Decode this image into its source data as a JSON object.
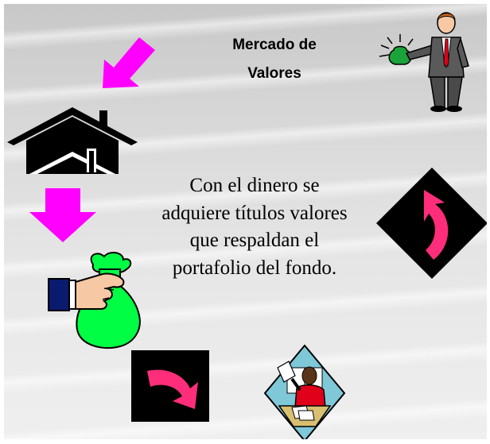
{
  "slide": {
    "title": "Mercado de Valores",
    "body": "Con el dinero se adquiere títulos valores que respaldan el portafolio del fondo."
  },
  "colors": {
    "arrow": "#ff00ff",
    "curved_arrow": "#ff2d7a",
    "money_bag": "#00ff44",
    "background": "#d9d9d9"
  },
  "icons": [
    "pink-arrow-diagonal",
    "house-icon",
    "pink-arrow-down",
    "money-bag-hand-icon",
    "businessman-icon",
    "curved-arrow-diamond",
    "curved-arrow-square",
    "office-worker-icon"
  ]
}
